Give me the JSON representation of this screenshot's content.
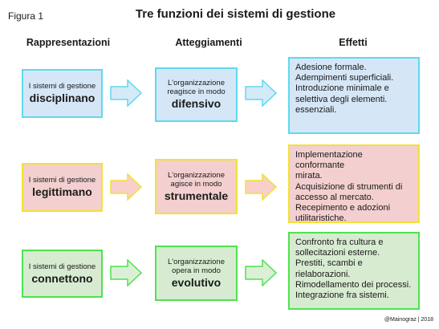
{
  "figure_label": "Figura 1",
  "title": "Tre funzioni dei sistemi di gestione",
  "columns": [
    "Rappresentazioni",
    "Atteggiamenti",
    "Effetti"
  ],
  "rows": [
    {
      "rep_small": "I sistemi di gestione",
      "rep_big": "disciplinano",
      "att_small_1": "L'organizzazione",
      "att_small_2": "reagisce in modo",
      "att_big": "difensivo",
      "effects": [
        "Adesione formale.",
        "Adempimenti superficiali.",
        "Introduzione minimale e",
        "selettiva degli elementi.",
        "essenziali."
      ],
      "border": "#5fd9ee",
      "fill": "#d5e6f6",
      "arrow_fill": "#d5eaf7"
    },
    {
      "rep_small": "I sistemi di gestione",
      "rep_big": "legittimano",
      "att_small_1": "L'organizzazione",
      "att_small_2": "agisce in modo",
      "att_big": "strumentale",
      "effects": [
        "Implementazione conformante",
        "mirata.",
        "Acquisizione di strumenti di",
        "accesso al mercato.",
        "Recepimento e adozioni",
        "utilitaristiche."
      ],
      "border": "#f3e135",
      "fill": "#f3cfcf",
      "arrow_fill": "#f8cfcb"
    },
    {
      "rep_small": "I sistemi di gestione",
      "rep_big": "connettono",
      "att_small_1": "L'organizzazione",
      "att_small_2": "opera in modo",
      "att_big": "evolutivo",
      "effects": [
        "Confronto fra cultura e",
        "sollecitazioni esterne.",
        "Prestiti, scambi e",
        "rielaborazioni.",
        "Rimodellamento dei processi.",
        "Integrazione fra sistemi."
      ],
      "border": "#4fe24f",
      "fill": "#d7ebd1",
      "arrow_fill": "#dcefd6"
    }
  ],
  "credit": "@Mainograz | 2018"
}
